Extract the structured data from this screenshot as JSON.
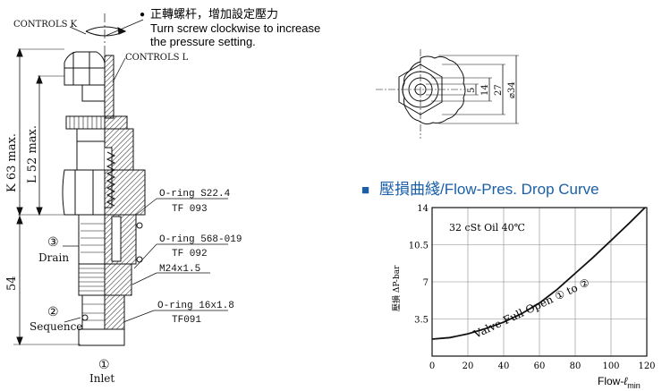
{
  "note": {
    "bullet": "●",
    "cn": "正轉螺杆，增加設定壓力",
    "en_line1": "Turn screw clockwise to increase",
    "en_line2": "the pressure setting."
  },
  "left_drawing": {
    "controls_k": "CONTROLS K",
    "controls_l": "CONTROLS L",
    "dim_k": "K 63 max.",
    "dim_l": "L 52 max.",
    "dim_54": "54",
    "oring_1": "O-ring S22.4",
    "tf_1": "TF 093",
    "oring_2": "O-ring 568-019",
    "tf_2": "TF 092",
    "thread": "M24x1.5",
    "oring_3": "O-ring 16x1.8",
    "tf_3": "TF091",
    "port_3_num": "③",
    "port_3": "Drain",
    "port_2_num": "②",
    "port_2": "Sequence",
    "port_1_num": "①",
    "port_1": "Inlet"
  },
  "top_view": {
    "dim_5": "5",
    "dim_14": "14",
    "dim_27": "27",
    "dim_34": "⌀34"
  },
  "chart_title": {
    "square": "■",
    "text": "壓損曲綫/Flow-Pres. Drop Curve"
  },
  "chart_data": {
    "type": "line",
    "title": "壓損曲綫/Flow-Pres. Drop Curve",
    "xlabel": "Flow-ℓmin",
    "xlabel_main": "Flow-",
    "xlabel_unit": "ℓ",
    "xlabel_sub": "min",
    "ylabel": "壓損 ΔP-bar",
    "xlim": [
      0,
      120
    ],
    "ylim": [
      0,
      14
    ],
    "x_ticks": [
      0,
      20,
      40,
      60,
      80,
      100,
      120
    ],
    "x_tick_labels": [
      "0",
      "20",
      "40",
      "60",
      "80",
      "100",
      "120"
    ],
    "y_ticks": [
      3.5,
      7,
      10.5,
      14
    ],
    "y_tick_labels": [
      "3.5",
      "7",
      "10.5",
      "14"
    ],
    "grid": true,
    "oil_note": "32 cSt Oil 40℃",
    "curve_label": "Valve Full Open ① to ②",
    "series": [
      {
        "x": [
          0,
          10,
          20,
          30,
          40,
          50,
          60,
          70,
          80,
          90,
          100,
          110,
          119
        ],
        "y": [
          1.6,
          1.75,
          2.1,
          2.6,
          3.2,
          4.0,
          5.0,
          6.3,
          7.8,
          9.3,
          10.9,
          12.5,
          14.0
        ]
      }
    ]
  }
}
